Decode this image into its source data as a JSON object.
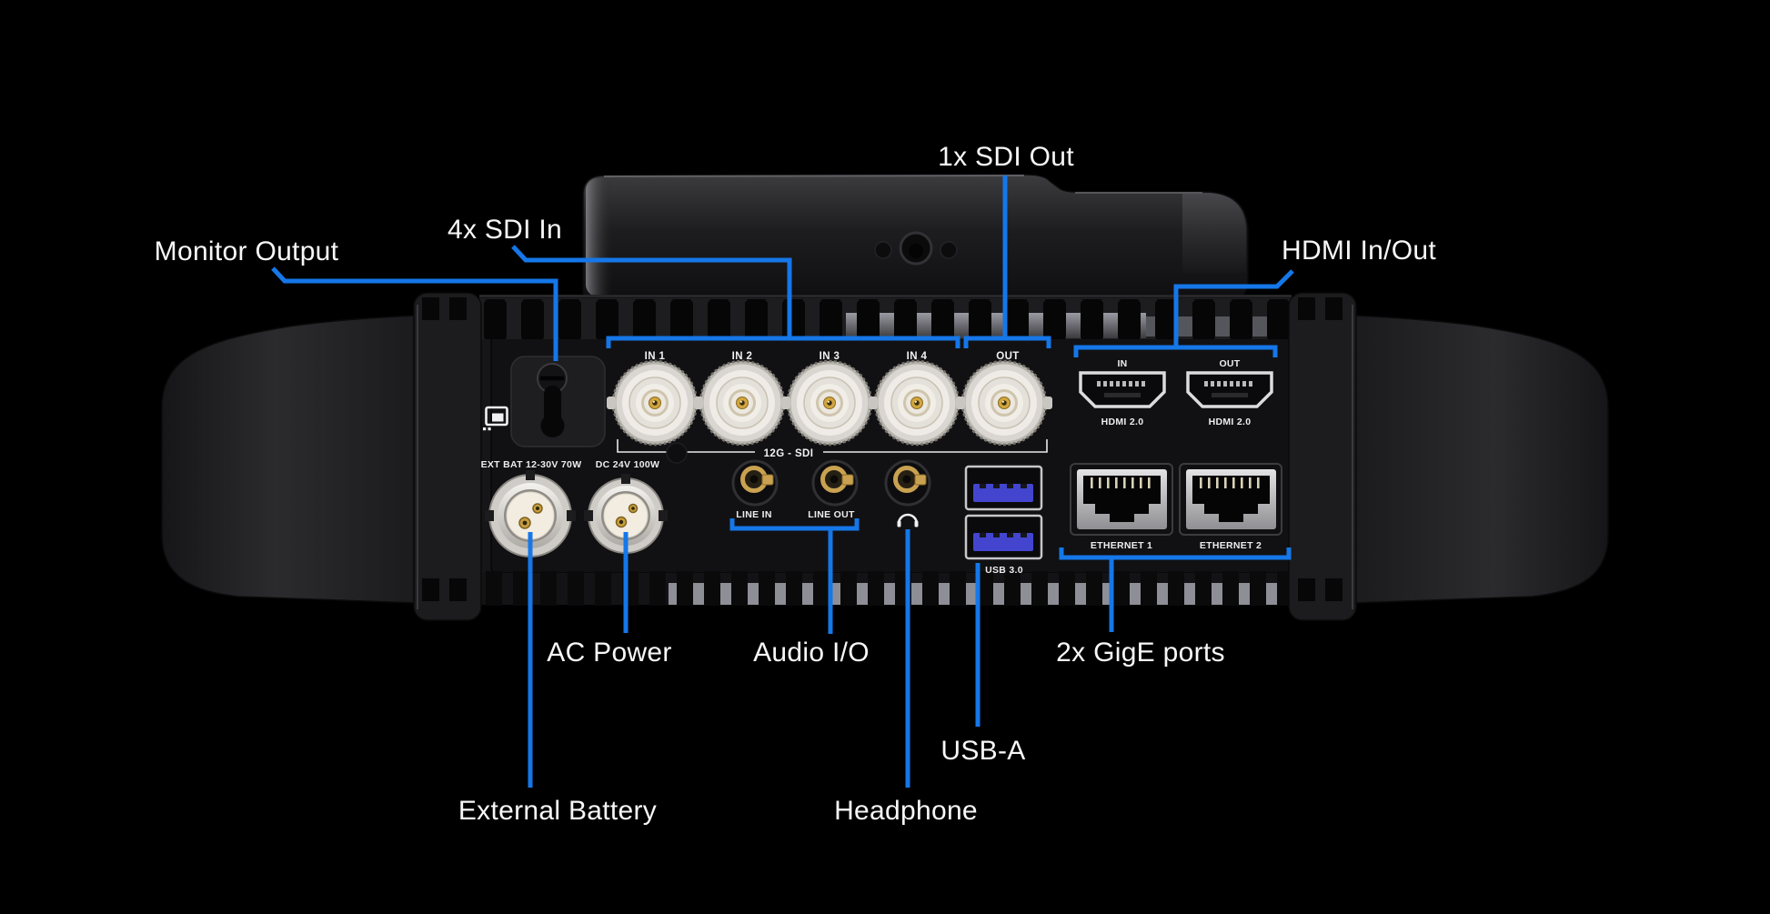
{
  "meta": {
    "description": "Rear panel port diagram of a black broadcast video encoder/monitor device on black background with blue callout leader lines",
    "background": "#000000"
  },
  "colors": {
    "accent_blue": "#1577e8",
    "usb_blue": "#4345cf",
    "label_text": "#f7f7f7",
    "panel_text": "#f2f2f2",
    "device_body": "#202022",
    "connector_silver": "#d9d6d1",
    "gold": "#c9a251"
  },
  "callouts": {
    "monitor_output": "Monitor Output",
    "sdi_in": "4x SDI In",
    "sdi_out": "1x SDI Out",
    "hdmi": "HDMI In/Out",
    "ac_power": "AC Power",
    "audio": "Audio I/O",
    "gige": "2x GigE ports",
    "usb": "USB-A",
    "headphone": "Headphone",
    "ext_battery": "External Battery"
  },
  "panel": {
    "sdi_ports": [
      "IN 1",
      "IN 2",
      "IN 3",
      "IN 4",
      "OUT"
    ],
    "sdi_group": "12G - SDI",
    "ext_bat": "EXT BAT 12-30V 70W",
    "dc": "DC 24V 100W",
    "line_in": "LINE IN",
    "line_out": "LINE OUT",
    "usb": "USB 3.0",
    "eth1": "ETHERNET 1",
    "eth2": "ETHERNET 2",
    "hdmi_in": "IN",
    "hdmi_out": "OUT",
    "hdmi_spec_in": "HDMI 2.0",
    "hdmi_spec_out": "HDMI 2.0"
  },
  "icons": {
    "monitor_output": "monitor-icon",
    "headphone": "headphone-icon"
  }
}
